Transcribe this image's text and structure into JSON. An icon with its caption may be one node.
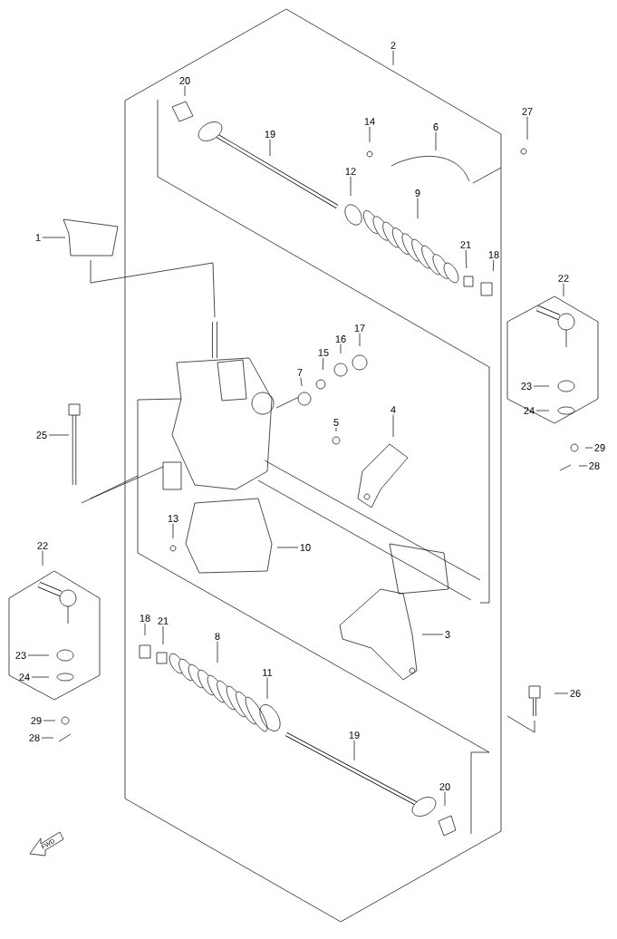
{
  "diagram": {
    "nodes": [
      {
        "text": [
          "2"
        ]
      },
      {
        "text": [
          "20"
        ]
      },
      {
        "text": [
          "27"
        ]
      },
      {
        "text": [
          "14"
        ]
      },
      {
        "text": [
          "6"
        ]
      },
      {
        "text": [
          "19"
        ]
      },
      {
        "text": [
          "12"
        ]
      },
      {
        "text": [
          "9"
        ]
      },
      {
        "text": [
          "1"
        ]
      },
      {
        "text": [
          "21"
        ]
      },
      {
        "text": [
          "18"
        ]
      },
      {
        "text": [
          "22"
        ]
      },
      {
        "text": [
          "17"
        ]
      },
      {
        "text": [
          "16"
        ]
      },
      {
        "text": [
          "15"
        ]
      },
      {
        "text": [
          "7"
        ]
      },
      {
        "text": [
          "23"
        ]
      },
      {
        "text": [
          "4"
        ]
      },
      {
        "text": [
          "24"
        ]
      },
      {
        "text": [
          "5"
        ]
      },
      {
        "text": [
          "25"
        ]
      },
      {
        "text": [
          "29"
        ]
      },
      {
        "text": [
          "28"
        ]
      },
      {
        "text": [
          "13"
        ]
      },
      {
        "text": [
          "22"
        ]
      },
      {
        "text": [
          "10"
        ]
      },
      {
        "text": [
          "18"
        ]
      },
      {
        "text": [
          "21"
        ]
      },
      {
        "text": [
          "8"
        ]
      },
      {
        "text": [
          "3"
        ]
      },
      {
        "text": [
          "23"
        ]
      },
      {
        "text": [
          "24"
        ]
      },
      {
        "text": [
          "11"
        ]
      },
      {
        "text": [
          "26"
        ]
      },
      {
        "text": [
          "29"
        ]
      },
      {
        "text": [
          "28"
        ]
      },
      {
        "text": [
          "19"
        ]
      },
      {
        "text": [
          "20"
        ]
      }
    ],
    "edges": [
      {
        "from": 0,
        "to": null,
        "arrow": "none"
      },
      {
        "from": 1,
        "to": null,
        "arrow": "none"
      },
      {
        "from": 2,
        "to": null,
        "arrow": "none"
      },
      {
        "from": 3,
        "to": null,
        "arrow": "none"
      },
      {
        "from": 4,
        "to": null,
        "arrow": "none"
      },
      {
        "from": 5,
        "to": null,
        "arrow": "none"
      },
      {
        "from": 6,
        "to": null,
        "arrow": "none"
      },
      {
        "from": 7,
        "to": null,
        "arrow": "none"
      },
      {
        "from": 8,
        "to": null,
        "arrow": "none"
      },
      {
        "from": 9,
        "to": null,
        "arrow": "none"
      },
      {
        "from": 10,
        "to": null,
        "arrow": "none"
      },
      {
        "from": 11,
        "to": null,
        "arrow": "none"
      },
      {
        "from": 12,
        "to": null,
        "arrow": "none"
      },
      {
        "from": 13,
        "to": null,
        "arrow": "none"
      },
      {
        "from": 14,
        "to": null,
        "arrow": "none"
      },
      {
        "from": 15,
        "to": null,
        "arrow": "none"
      },
      {
        "from": 16,
        "to": null,
        "arrow": "none"
      },
      {
        "from": 17,
        "to": null,
        "arrow": "none"
      },
      {
        "from": 18,
        "to": null,
        "arrow": "none"
      },
      {
        "from": 19,
        "to": null,
        "arrow": "none"
      },
      {
        "from": 20,
        "to": null,
        "arrow": "none"
      },
      {
        "from": 21,
        "to": null,
        "arrow": "none"
      },
      {
        "from": 22,
        "to": null,
        "arrow": "none"
      },
      {
        "from": 23,
        "to": null,
        "arrow": "none"
      },
      {
        "from": 24,
        "to": null,
        "arrow": "none"
      },
      {
        "from": 25,
        "to": null,
        "arrow": "none"
      },
      {
        "from": 26,
        "to": null,
        "arrow": "none"
      },
      {
        "from": 27,
        "to": null,
        "arrow": "none"
      },
      {
        "from": 28,
        "to": null,
        "arrow": "none"
      },
      {
        "from": 29,
        "to": null,
        "arrow": "none"
      },
      {
        "from": 30,
        "to": null,
        "arrow": "none"
      },
      {
        "from": 31,
        "to": null,
        "arrow": "none"
      },
      {
        "from": 32,
        "to": null,
        "arrow": "none"
      },
      {
        "from": 33,
        "to": null,
        "arrow": "none"
      },
      {
        "from": 34,
        "to": null,
        "arrow": "none"
      },
      {
        "from": 35,
        "to": null,
        "arrow": "none"
      },
      {
        "from": 36,
        "to": null,
        "arrow": "none"
      },
      {
        "from": 37,
        "to": null,
        "arrow": "none"
      }
    ],
    "labels": [
      "FWD"
    ]
  }
}
